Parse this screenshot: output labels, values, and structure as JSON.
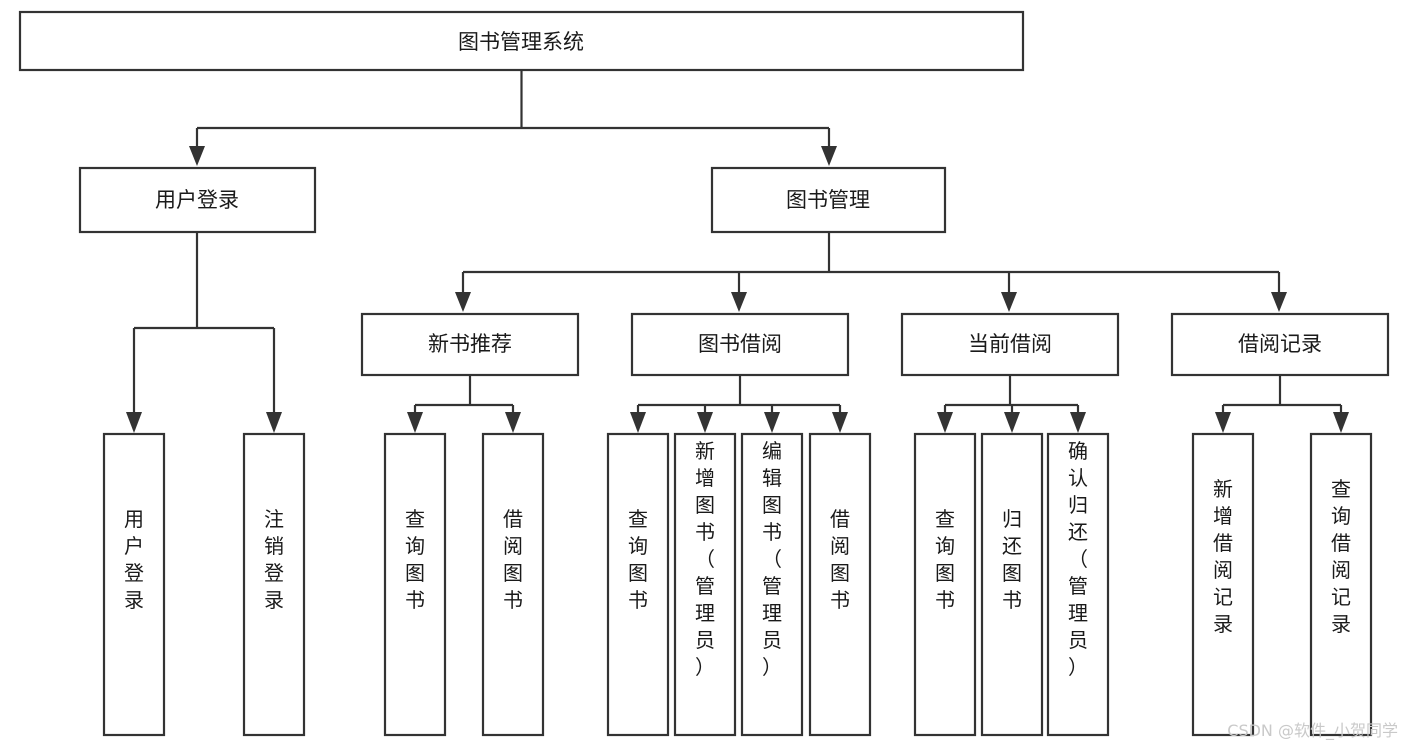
{
  "diagram": {
    "type": "tree",
    "title": "图书管理系统",
    "watermark": "CSDN @软件_小贺同学",
    "colors": {
      "stroke": "#333333",
      "fill": "#ffffff",
      "text": "#1a1a1a",
      "watermark": "#c9c9c9"
    },
    "root": {
      "label": "图书管理系统"
    },
    "level2": [
      {
        "label": "用户登录"
      },
      {
        "label": "图书管理"
      }
    ],
    "level3": [
      {
        "label": "新书推荐"
      },
      {
        "label": "图书借阅"
      },
      {
        "label": "当前借阅"
      },
      {
        "label": "借阅记录"
      }
    ],
    "leaves": {
      "user_login": [
        {
          "label": "用户登录"
        },
        {
          "label": "注销登录"
        }
      ],
      "new_book": [
        {
          "label": "查询图书"
        },
        {
          "label": "借阅图书"
        }
      ],
      "book_borrow": [
        {
          "label": "查询图书"
        },
        {
          "label": "新增图书（管理员）"
        },
        {
          "label": "编辑图书（管理员）"
        },
        {
          "label": "借阅图书"
        }
      ],
      "current_borrow": [
        {
          "label": "查询图书"
        },
        {
          "label": "归还图书"
        },
        {
          "label": "确认归还（管理员）"
        }
      ],
      "borrow_record": [
        {
          "label": "新增借阅记录"
        },
        {
          "label": "查询借阅记录"
        }
      ]
    }
  }
}
